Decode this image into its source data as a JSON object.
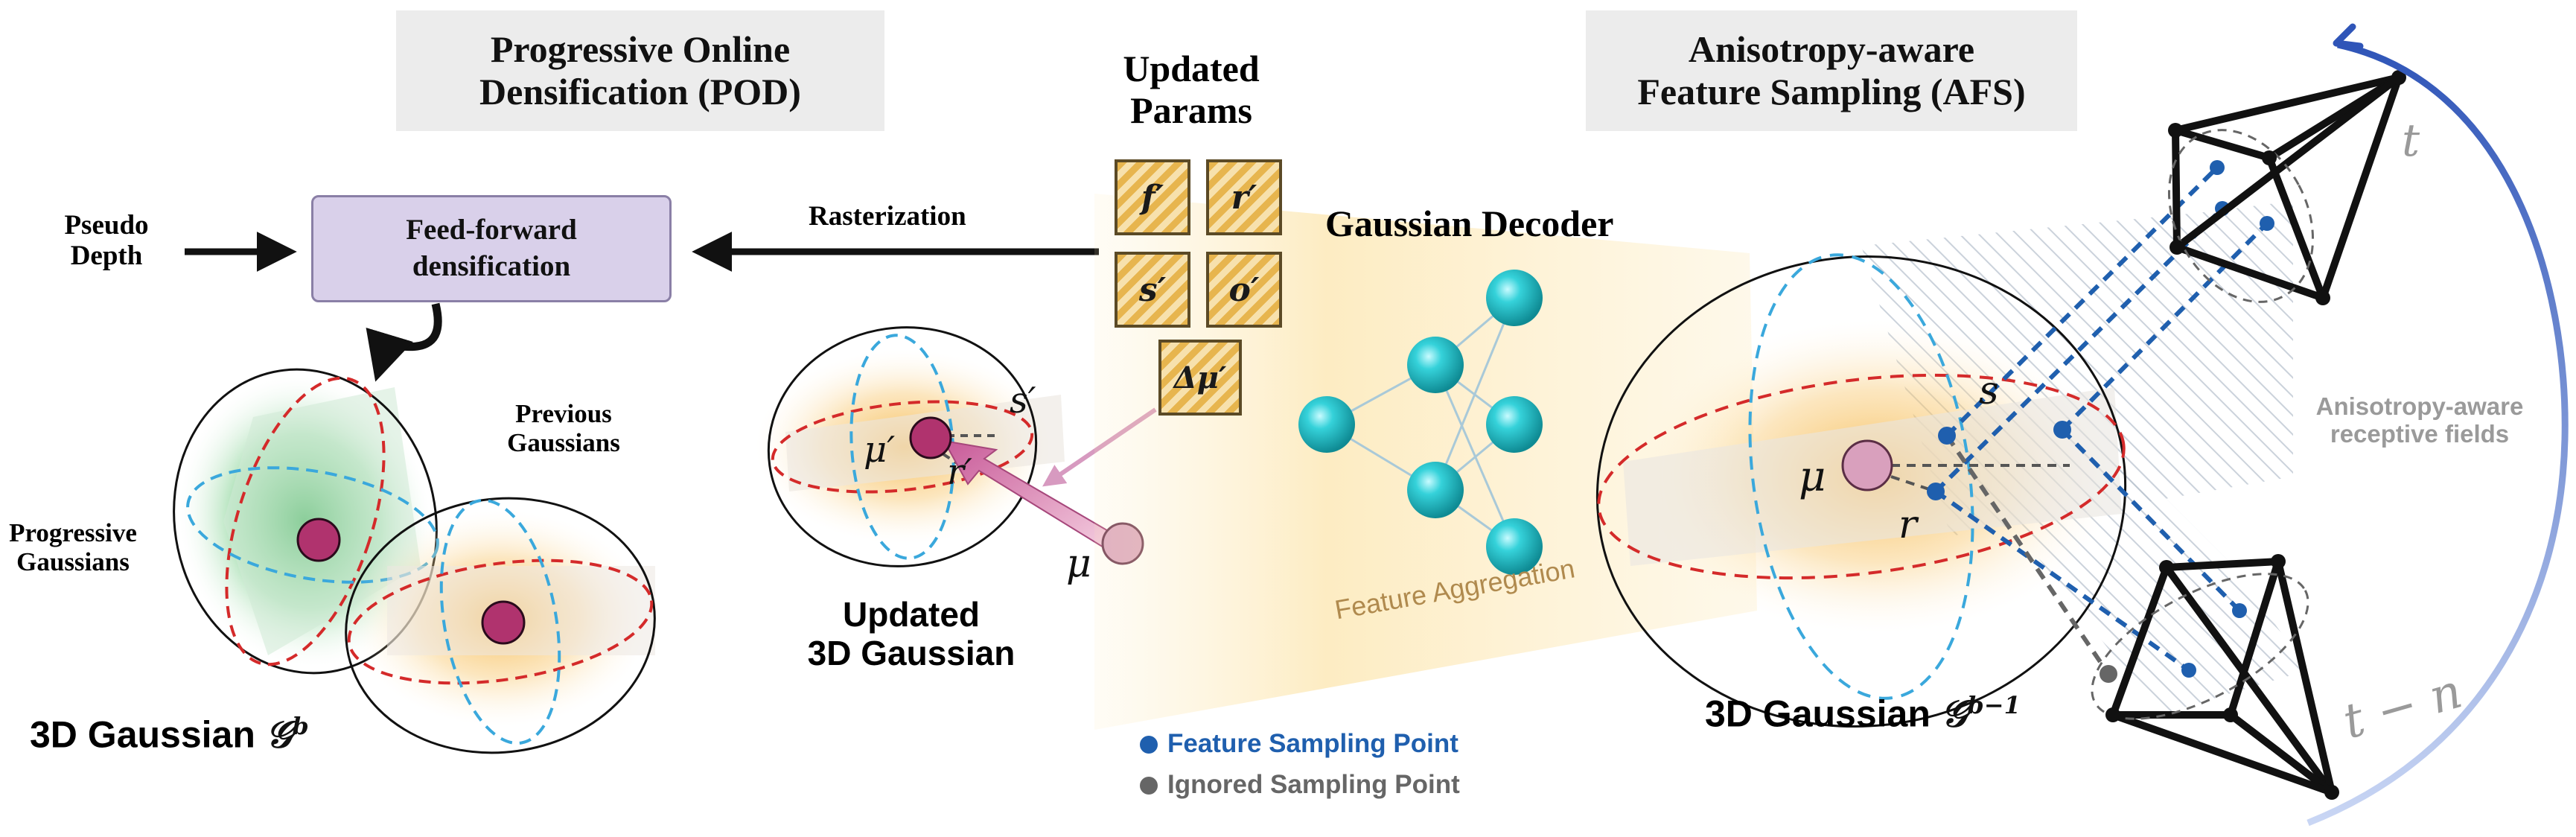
{
  "pod": {
    "title_line1": "Progressive Online",
    "title_line2": "Densification (POD)",
    "pseudo_depth_line1": "Pseudo",
    "pseudo_depth_line2": "Depth",
    "ff_line1": "Feed-forward",
    "ff_line2": "densification",
    "previous_line1": "Previous",
    "previous_line2": "Gaussians",
    "progressive_line1": "Progressive",
    "progressive_line2": "Gaussians",
    "gaussian_label": "3D Gaussian",
    "gaussian_symbol": "𝒢",
    "gaussian_sup": "b"
  },
  "middle": {
    "rasterization": "Rasterization",
    "updated_params_line1": "Updated",
    "updated_params_line2": "Params",
    "params": [
      "f′",
      "r′",
      "s′",
      "o′",
      "Δμ′"
    ],
    "mu_prime": "μ′",
    "s_prime": "s′",
    "r_prime": "r′",
    "mu": "μ",
    "updated_gaussian_line1": "Updated",
    "updated_gaussian_line2": "3D Gaussian"
  },
  "decoder": {
    "title": "Gaussian Decoder",
    "aggregation": "Feature Aggregation"
  },
  "legend": {
    "feature_point": "Feature Sampling Point",
    "ignored_point": "Ignored Sampling Point",
    "feature_color": "#1f5fae",
    "ignored_color": "#666666"
  },
  "afs": {
    "title_line1": "Anisotropy-aware",
    "title_line2": "Feature Sampling (AFS)",
    "mu": "μ",
    "s": "s",
    "r": "r",
    "gaussian_label": "3D Gaussian",
    "gaussian_symbol": "𝒢",
    "gaussian_sup": "b−1",
    "t": "t",
    "t_minus_n": "t − n",
    "receptive_line1": "Anisotropy-aware",
    "receptive_line2": "receptive fields"
  },
  "colors": {
    "gaussian_center": "#b0336e",
    "gaussian_center_light": "#d9a0bd",
    "red_dash": "#d42a2a",
    "blue_dash": "#3aa8dc",
    "neuron": "#2cc0c6",
    "arc_blue": "#3a5fbf"
  },
  "icons": [
    "arrow-right-icon",
    "arrow-left-icon",
    "curved-arrow-icon",
    "camera-frustum-icon",
    "neuron-icon"
  ]
}
